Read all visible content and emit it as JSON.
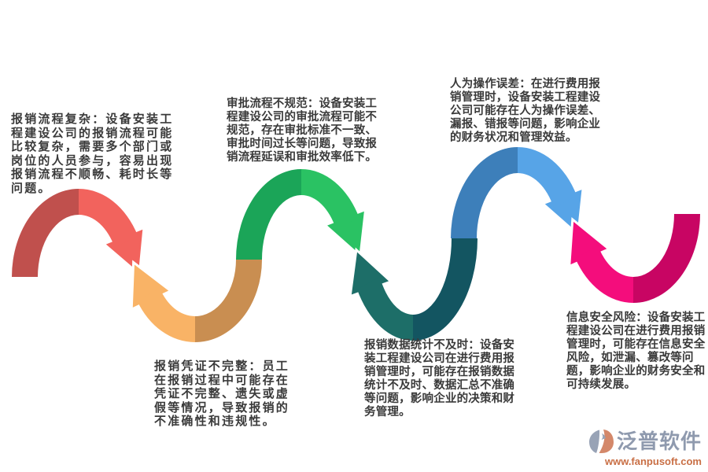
{
  "steps": [
    {
      "label": "报销流程复杂",
      "text": "报销流程复杂：设备安装工程建设公司的报销流程可能比较复杂，需要多个部门或岗位的人员参与，容易出现报销流程不顺畅、耗时长等问题。"
    },
    {
      "label": "审批流程不规范",
      "text": "审批流程不规范：设备安装工程建设公司的审批流程可能不规范，存在审批标准不一致、审批时间过长等问题，导致报销流程延误和审批效率低下。"
    },
    {
      "label": "人为操作误差",
      "text": "人为操作误差：在进行费用报销管理时，设备安装工程建设公司可能存在人为操作误差、漏报、错报等问题，影响企业的财务状况和管理效益。"
    },
    {
      "label": "报销凭证不完整",
      "text": "报销凭证不完整：员工在报销过程中可能存在凭证不完整、遗失或虚假等情况，导致报销的不准确性和违规性。"
    },
    {
      "label": "报销数据统计不及时",
      "text": "报销数据统计不及时：设备安装工程建设公司在进行费用报销管理时，可能存在报销数据统计不及时、数据汇总不准确等问题，影响企业的决策和财务管理。"
    },
    {
      "label": "信息安全风险",
      "text": "信息安全风险：设备安装工程建设公司在进行费用报销管理时，可能存在信息安全风险，如泄漏、篡改等问题，影响企业的财务安全和可持续发展。"
    }
  ],
  "arcs": [
    {
      "name": "red",
      "shape": "arch",
      "left": "#c0504d",
      "right": "#f2635d"
    },
    {
      "name": "orange",
      "shape": "valley",
      "left": "#f9b366",
      "right": "#c98e51"
    },
    {
      "name": "green",
      "shape": "arch",
      "left": "#1ba558",
      "right": "#2ac263"
    },
    {
      "name": "teal",
      "shape": "valley",
      "left": "#1d6e68",
      "right": "#135561"
    },
    {
      "name": "blue",
      "shape": "arch",
      "left": "#3d7fba",
      "right": "#57a4e7"
    },
    {
      "name": "pink",
      "shape": "valley",
      "left": "#f40d7c",
      "right": "#c80563"
    }
  ],
  "text_color": "#3a3a3a",
  "watermark": {
    "brand": "泛普软件",
    "url": "www.fanpusoft.com",
    "brand_color": "#8f9aae",
    "url_color": "#c96f45",
    "icon_gray": "#98a3b6",
    "icon_orange": "#d4886a"
  }
}
